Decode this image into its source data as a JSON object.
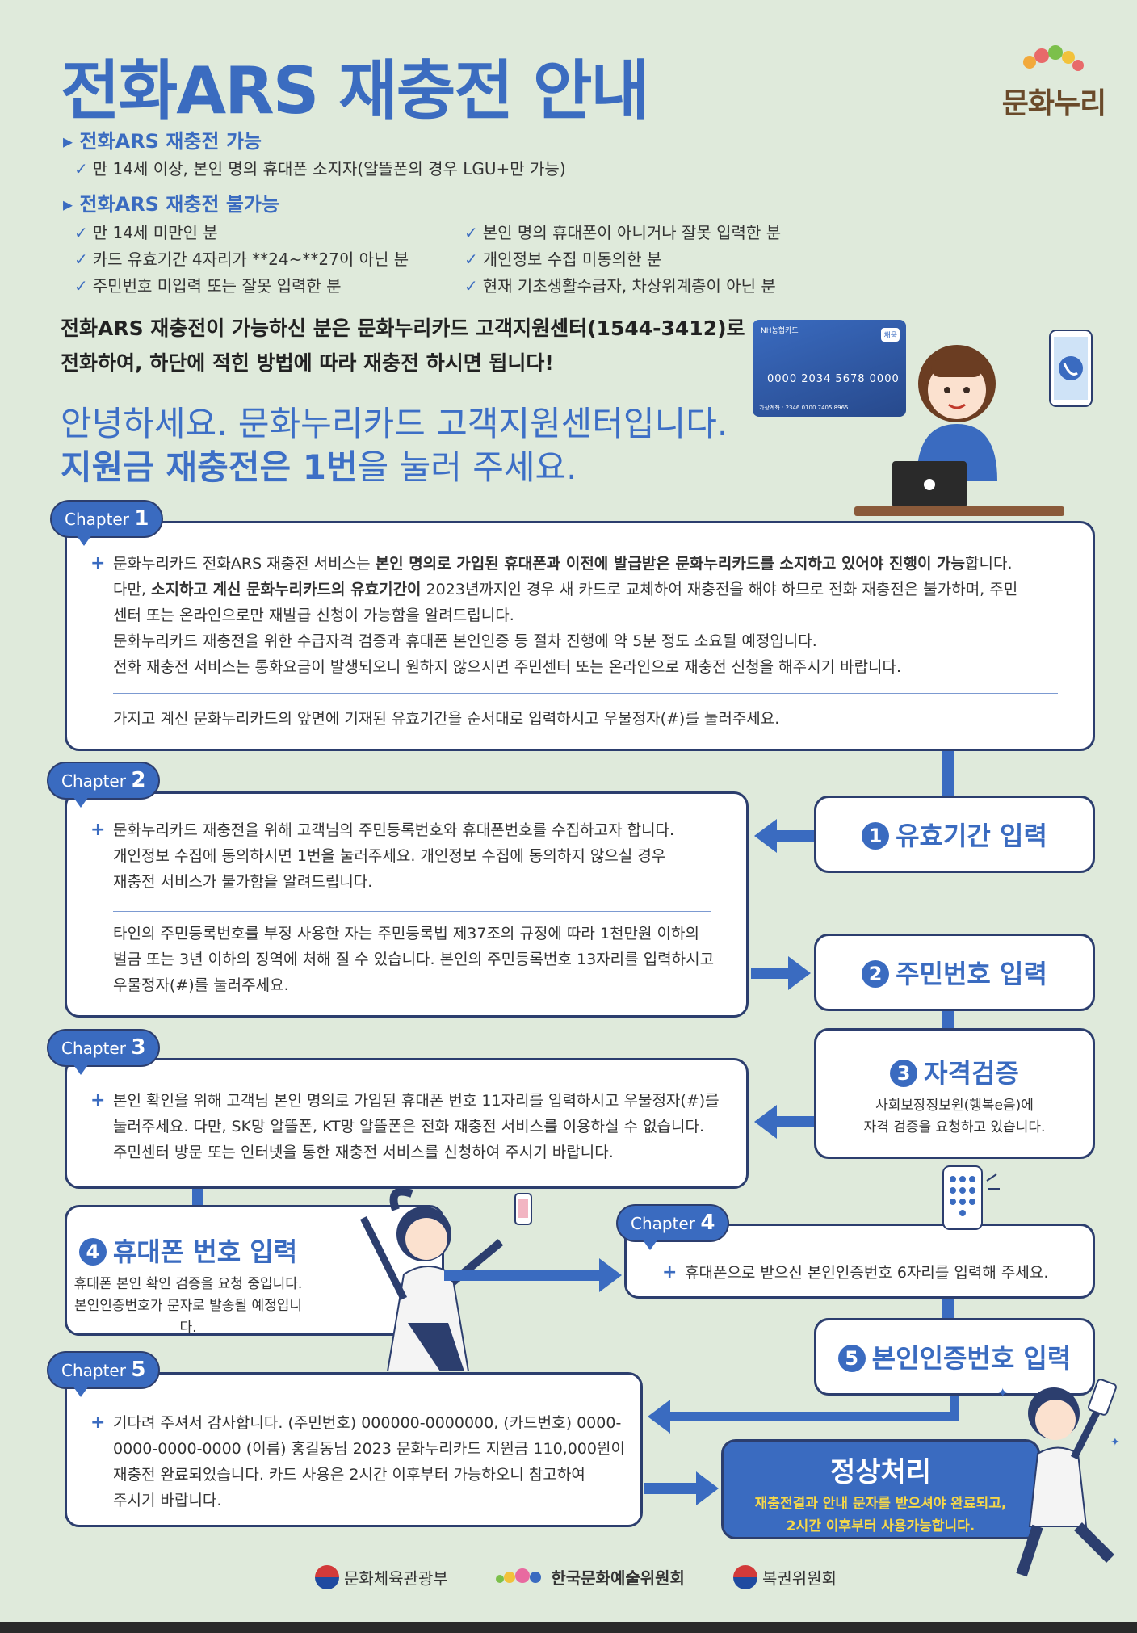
{
  "title": "전화ARS 재충전 안내",
  "brand": {
    "logo_text": "문화누리"
  },
  "eligible": {
    "heading": "전화ARS 재충전 가능",
    "items": [
      "만 14세 이상, 본인 명의 휴대폰 소지자(알뜰폰의 경우 LGU+만 가능)"
    ]
  },
  "ineligible": {
    "heading": "전화ARS 재충전 불가능",
    "left": [
      "만 14세 미만인 분",
      "카드 유효기간 4자리가 **24~**27이 아닌 분",
      "주민번호 미입력 또는 잘못 입력한 분"
    ],
    "right": [
      "본인 명의 휴대폰이 아니거나 잘못 입력한 분",
      "개인정보 수집 미동의한 분",
      "현재 기초생활수급자, 차상위계층이 아닌 분"
    ]
  },
  "intro": {
    "line1": "전화ARS 재충전이 가능하신 분은 문화누리카드 고객지원센터(1544-3412)로",
    "line2": "전화하여, 하단에 적힌 방법에 따라 재충전 하시면 됩니다!"
  },
  "card": {
    "issuer": "NH농협카드",
    "badge": "채움",
    "number": "0000 2034 5678 0000",
    "account": "가상계좌 : 2346 0100 7405 8965"
  },
  "greeting": {
    "line1": "안녕하세요. 문화누리카드 고객지원센터입니다.",
    "line2_bold": "지원금 재충전은 1번",
    "line2_rest": "을 눌러 주세요."
  },
  "chapters": [
    {
      "label": "Chapter",
      "num": "1",
      "p1_a": "문화누리카드 전화ARS 재충전 서비스는 ",
      "p1_b": "본인 명의로 가입된 휴대폰과 이전에 발급받은 문화누리카드를 소지하고 있어야 진행이 가능",
      "p1_c": "합니다.",
      "p2_a": "다만, ",
      "p2_b": "소지하고 계신 문화누리카드의 유효기간이",
      "p2_c": " 2023년까지인 경우 새 카드로 교체하여 재충전을 해야 하므로 전화 재충전은 불가하며, 주민",
      "p3": "센터 또는 온라인으로만 재발급 신청이 가능함을 알려드립니다.",
      "p4": "문화누리카드 재충전을 위한 수급자격 검증과 휴대폰 본인인증 등 절차 진행에 약 5분 정도 소요될 예정입니다.",
      "p5": "전화 재충전 서비스는 통화요금이 발생되오니 원하지 않으시면 주민센터 또는 온라인으로 재충전 신청을 해주시기 바랍니다.",
      "after": "가지고 계신 문화누리카드의 앞면에 기재된 유효기간을 순서대로 입력하시고 우물정자(#)를 눌러주세요."
    },
    {
      "label": "Chapter",
      "num": "2",
      "p1": "문화누리카드 재충전을 위해 고객님의 주민등록번호와 휴대폰번호를 수집하고자 합니다.",
      "p2": "개인정보 수집에 동의하시면 1번을 눌러주세요. 개인정보 수집에 동의하지 않으실 경우",
      "p3": "재충전 서비스가 불가함을 알려드립니다.",
      "a1": "타인의 주민등록번호를 부정 사용한 자는 주민등록법 제37조의 규정에 따라 1천만원 이하의",
      "a2": "벌금 또는 3년 이하의 징역에 처해 질 수 있습니다. 본인의 주민등록번호 13자리를 입력하시고",
      "a3": "우물정자(#)를 눌러주세요."
    },
    {
      "label": "Chapter",
      "num": "3",
      "p1": "본인 확인을 위해 고객님 본인 명의로 가입된 휴대폰 번호 11자리를 입력하시고 우물정자(#)를",
      "p2": "눌러주세요. 다만, SK망 알뜰폰, KT망 알뜰폰은 전화 재충전 서비스를 이용하실 수 없습니다.",
      "p3": "주민센터 방문 또는 인터넷을 통한 재충전 서비스를 신청하여 주시기 바랍니다."
    },
    {
      "label": "Chapter",
      "num": "4",
      "p1": "휴대폰으로 받으신 본인인증번호 6자리를 입력해 주세요."
    },
    {
      "label": "Chapter",
      "num": "5",
      "p1": "기다려 주셔서 감사합니다. (주민번호) 000000-0000000, (카드번호) 0000-",
      "p2": "0000-0000-0000 (이름) 홍길동님 2023 문화누리카드 지원금 110,000원이",
      "p3": "재충전 완료되었습니다. 카드 사용은 2시간 이후부터 가능하오니 참고하여",
      "p4": "주시기 바랍니다."
    }
  ],
  "steps": [
    {
      "num": "1",
      "label": "유효기간 입력"
    },
    {
      "num": "2",
      "label": "주민번호 입력"
    },
    {
      "num": "3",
      "label": "자격검증",
      "sub1": "사회보장정보원(행복e음)에",
      "sub2": "자격 검증을 요청하고 있습니다."
    },
    {
      "num": "4",
      "label": "휴대폰 번호 입력",
      "sub1": "휴대폰 본인 확인 검증을 요청 중입니다.",
      "sub2": "본인인증번호가 문자로 발송될 예정입니다."
    },
    {
      "num": "5",
      "label": "본인인증번호 입력"
    }
  ],
  "final": {
    "title": "정상처리",
    "line1": "재충전결과 안내 문자를 받으셔야 완료되고,",
    "line2": "2시간 이후부터 사용가능합니다."
  },
  "footer": [
    "문화체육관광부",
    "한국문화예술위원회",
    "복권위원회"
  ],
  "colors": {
    "background": "#dfeadb",
    "accent": "#3a6bc0",
    "border": "#2c3e6e"
  }
}
